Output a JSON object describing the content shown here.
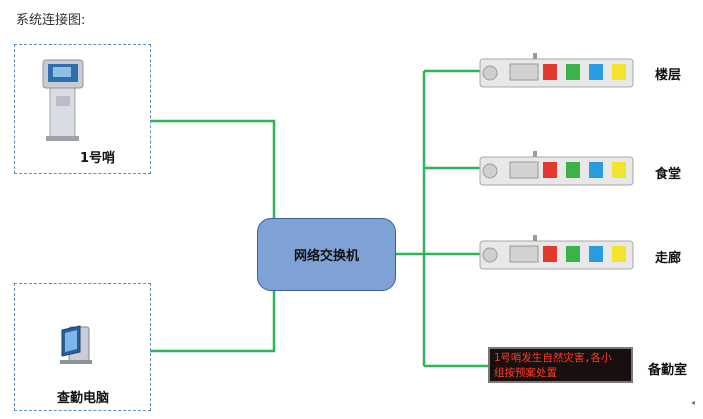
{
  "caption": "系统连接图:",
  "nodes": {
    "whistle_1": "1号哨",
    "duty_computer": "查勤电脑",
    "switch": "网络交换机",
    "floor": "楼层",
    "canteen": "食堂",
    "corridor": "走廊",
    "standby_room": "备勤室"
  },
  "led_board": {
    "line1": "1号哨发生自然灾害,各小",
    "line2": "组按预案处置"
  },
  "colors": {
    "connection_line": "#2db35a",
    "switch_fill": "#7ea2d6",
    "dashed_border": "#5b8ec4",
    "button_red": "#e23a2f",
    "button_green": "#3bb34a",
    "button_blue": "#2b9be0",
    "button_yellow": "#f2e32c",
    "led_text": "#ff3a2a"
  }
}
